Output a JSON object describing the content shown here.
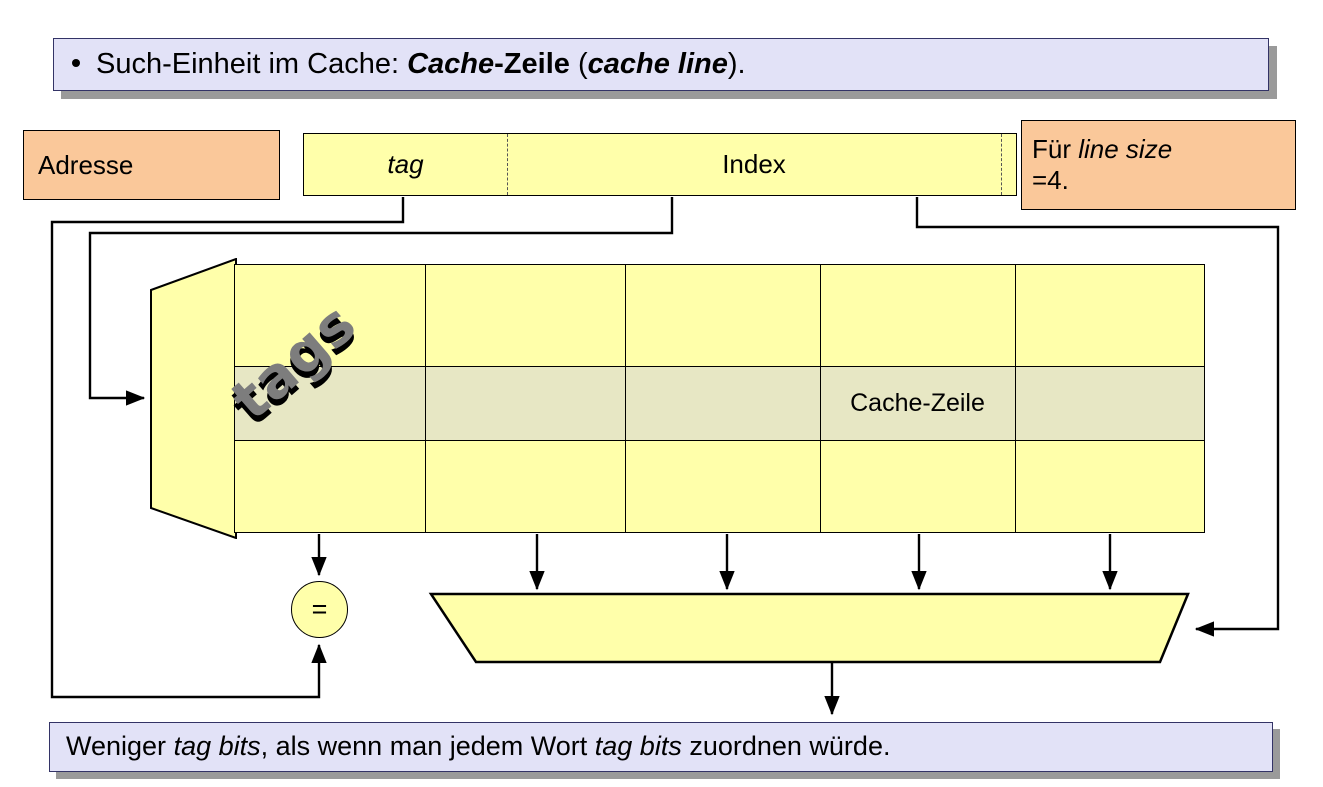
{
  "slide": {
    "header": {
      "bullet": "•",
      "text_parts": [
        {
          "t": "Such-Einheit im Cache: ",
          "style": "normal"
        },
        {
          "t": "Cache",
          "style": "bold-italic"
        },
        {
          "t": "-Zeile",
          "style": "bold"
        },
        {
          "t": " (",
          "style": "normal"
        },
        {
          "t": "cache line",
          "style": "bold-italic"
        },
        {
          "t": ").",
          "style": "normal"
        }
      ],
      "plain": "Such-Einheit im Cache: Cache-Zeile (cache line)."
    },
    "footer": {
      "text_parts": [
        {
          "t": "Weniger ",
          "style": "normal"
        },
        {
          "t": "tag bits",
          "style": "italic"
        },
        {
          "t": ", als wenn man jedem Wort ",
          "style": "normal"
        },
        {
          "t": "tag bits",
          "style": "italic"
        },
        {
          "t": " zuordnen würde.",
          "style": "normal"
        }
      ],
      "plain": "Weniger tag bits, als wenn man jedem Wort tag bits zuordnen würde."
    }
  },
  "diagram": {
    "address_box_label": "Adresse",
    "note_box": {
      "line1_prefix": "Für ",
      "line1_italic": "line size",
      "line2": "=4.",
      "plain": "Für line size =4."
    },
    "address_field": {
      "segments": [
        {
          "label": "tag",
          "style": "italic"
        },
        {
          "label": "Index",
          "style": "normal"
        },
        {
          "label": "",
          "style": "normal"
        }
      ]
    },
    "array": {
      "tags_label": "tags",
      "cache_line_label": "Cache-Zeile",
      "columns": 5,
      "rows": 3,
      "highlighted_row_index": 1
    },
    "comparator_label": "=",
    "mux_label": ""
  },
  "colors": {
    "callout_bg": "#e2e2f7",
    "callout_border": "#333366",
    "shadow": "#9a9a9a",
    "peach": "#fac89a",
    "yellow": "#ffffaa",
    "highlight_row": "#e7e7c4",
    "line": "#000000",
    "tags_text": "#7d7d7d"
  }
}
